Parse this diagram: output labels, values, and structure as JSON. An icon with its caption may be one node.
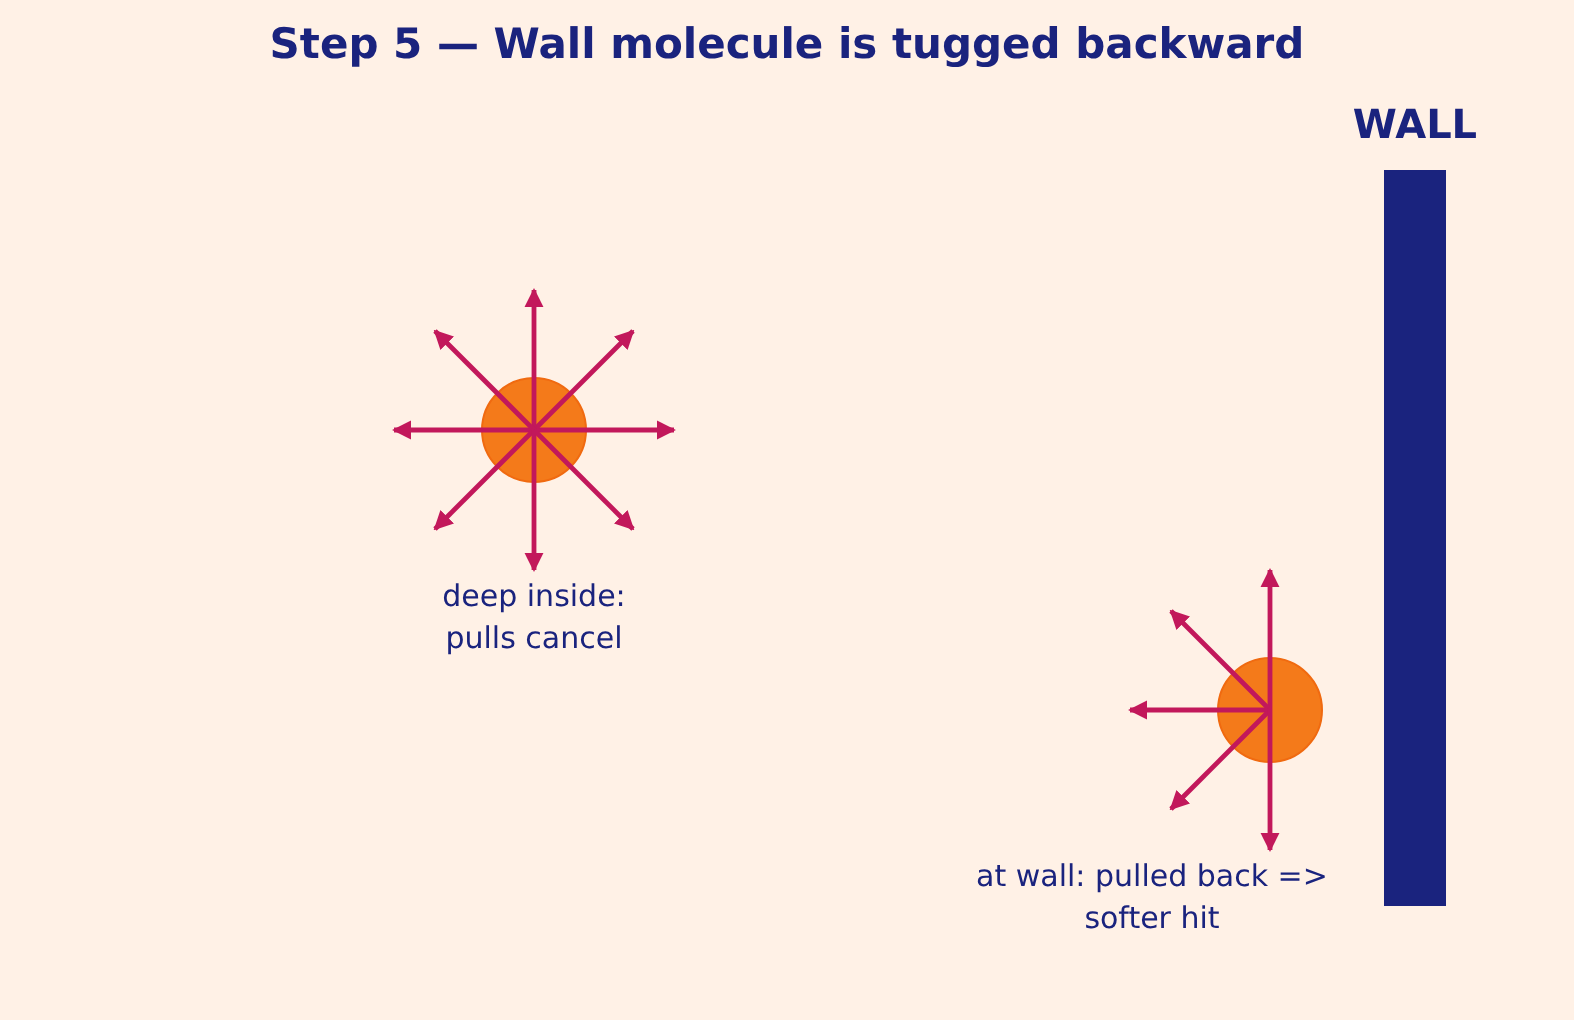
{
  "diagram": {
    "title": "Step 5 — Wall molecule is tugged backward",
    "nodes": [
      {
        "text": [],
        "shape": "circle",
        "beside": [
          "deep inside: pulls cancel"
        ]
      },
      {
        "text": [],
        "shape": "circle"
      },
      {
        "text": [
          "WALL"
        ]
      }
    ],
    "edges": [],
    "labels": [
      "at wall: pulled back => softer hit"
    ]
  }
}
